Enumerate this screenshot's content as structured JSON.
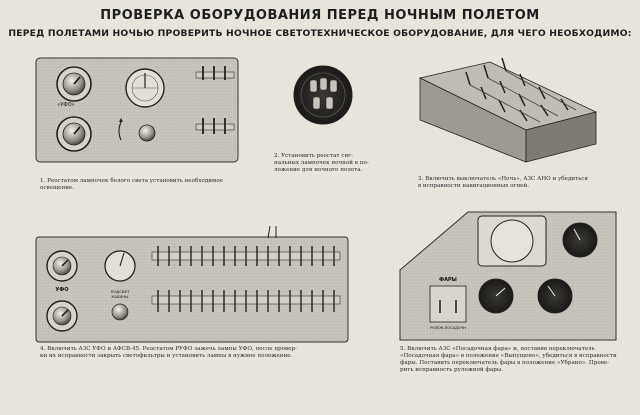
{
  "title": "ПРОВЕРКА ОБОРУДОВАНИЯ ПЕРЕД НОЧНЫМ ПОЛЕТОМ",
  "subtitle": "ПЕРЕД ПОЛЕТАМИ НОЧЬЮ ПРОВЕРИТЬ НОЧНОЕ СВЕТОТЕХНИЧЕСКОЕ ОБОРУДОВАНИЕ, ДЛЯ ЧЕГО НЕОБХОДИМО:",
  "steps": [
    {
      "lines": [
        "1. Реостатом лампочек белого света установить необходимое",
        "освещение."
      ]
    },
    {
      "lines": [
        "2. Установить реостат сиг-",
        "нальных лампочек ночной в по-",
        "ложение для ночного полета."
      ]
    },
    {
      "lines": [
        "3. Включить выключатель «Ночь», АЗС АНО и убедиться",
        "в исправности навигационных огней."
      ]
    },
    {
      "lines": [
        "4. Включить АЗС УФО и АФСВ-45. Реостатом РУФО зажечь лампы УФО, после провер-",
        "ки их исправности закрыть светофильтры и установить лампы в нужное положение."
      ]
    },
    {
      "lines": [
        "5. Включить АЗС «Посадочная фара» и, поставив переключатель",
        "«Посадочная фара» в положение «Выпущено», убедиться в исправности",
        "фары. Поставить переключатель фары в положение «Убрано». Прове-",
        "рить исправность рулежной фары."
      ]
    }
  ],
  "panel_labels": {
    "ufo_top": "«УФО»",
    "ufo_bottom": "УФО",
    "faru": "ФАРЫ",
    "faru_sub": "РУЛЕЖ-ПОСАДОЧН",
    "podsvet": "ПОДСВЕТ",
    "podsvet_sub": "КАБИНЫ"
  },
  "colors": {
    "paper": "#e7e4dc",
    "panel": "#c9c6be",
    "ink": "#1e1e1e",
    "metal": "#8f8c86"
  }
}
